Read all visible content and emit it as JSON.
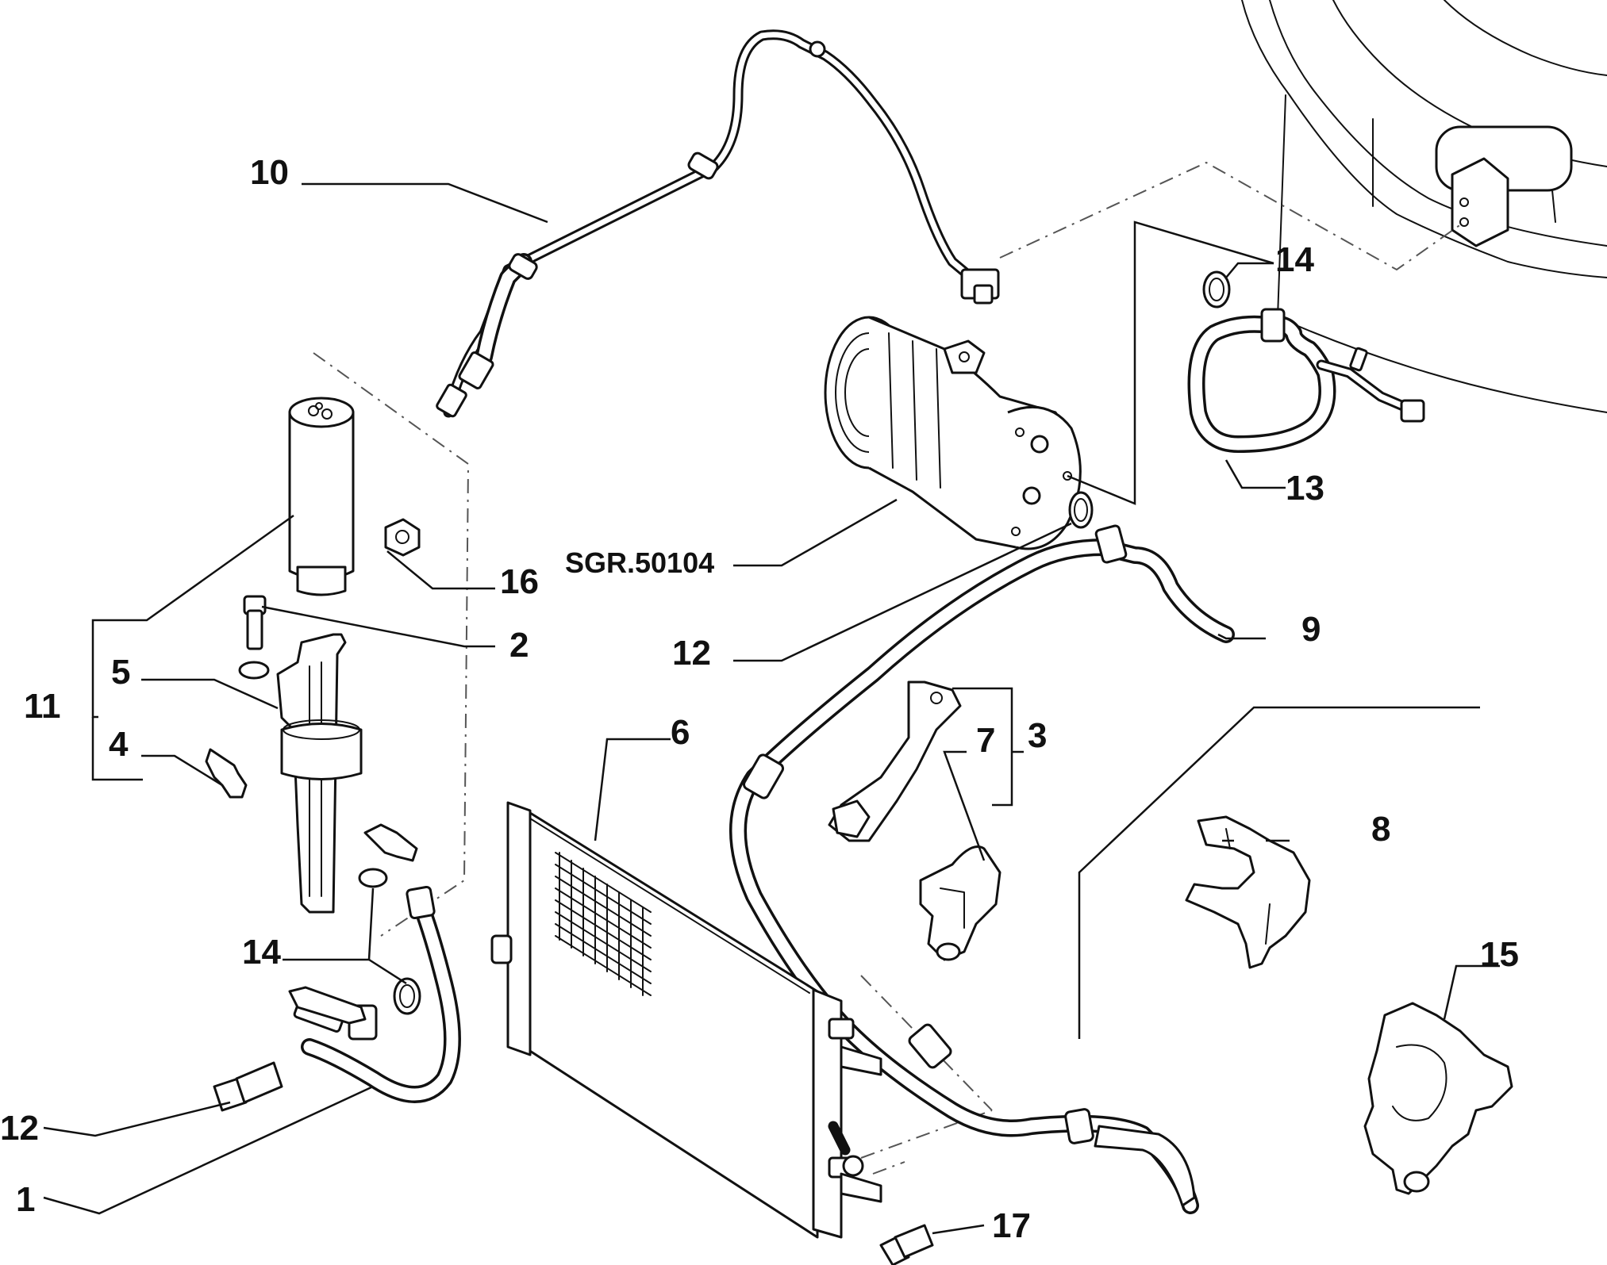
{
  "diagram": {
    "reference_code": "SGR.50104",
    "callouts": [
      {
        "id": "c10",
        "text": "10"
      },
      {
        "id": "c14a",
        "text": "14"
      },
      {
        "id": "c13",
        "text": "13"
      },
      {
        "id": "c16",
        "text": "16"
      },
      {
        "id": "c2",
        "text": "2"
      },
      {
        "id": "c5",
        "text": "5"
      },
      {
        "id": "c11",
        "text": "11"
      },
      {
        "id": "c4",
        "text": "4"
      },
      {
        "id": "c12a",
        "text": "12"
      },
      {
        "id": "c9",
        "text": "9"
      },
      {
        "id": "c7",
        "text": "7"
      },
      {
        "id": "c3",
        "text": "3"
      },
      {
        "id": "c6",
        "text": "6"
      },
      {
        "id": "c8",
        "text": "8"
      },
      {
        "id": "c14b",
        "text": "14"
      },
      {
        "id": "c15",
        "text": "15"
      },
      {
        "id": "c12b",
        "text": "12"
      },
      {
        "id": "c1",
        "text": "1"
      },
      {
        "id": "c17",
        "text": "17"
      }
    ]
  }
}
